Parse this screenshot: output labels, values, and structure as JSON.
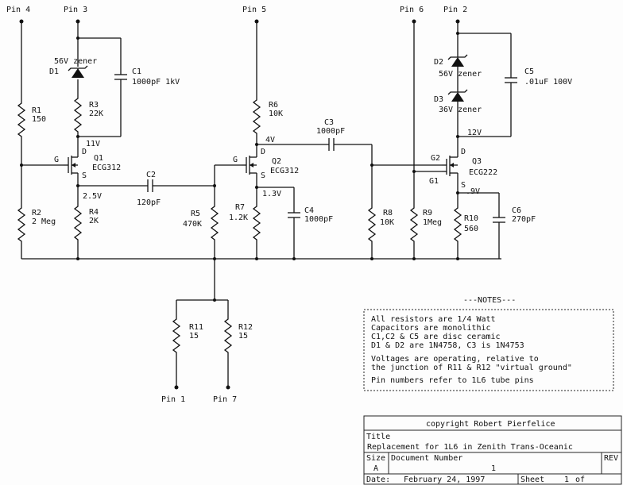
{
  "pins": {
    "pin4": "Pin 4",
    "pin3": "Pin 3",
    "pin5": "Pin 5",
    "pin6": "Pin 6",
    "pin2": "Pin 2",
    "pin1": "Pin 1",
    "pin7": "Pin 7"
  },
  "components": {
    "r1_name": "R1",
    "r1_val": "150",
    "r2_name": "R2",
    "r2_val": "2 Meg",
    "r3_name": "R3",
    "r3_val": "22K",
    "r4_name": "R4",
    "r4_val": "2K",
    "r5_name": "R5",
    "r5_val": "470K",
    "r6_name": "R6",
    "r6_val": "10K",
    "r7_name": "R7",
    "r7_val": "1.2K",
    "r8_name": "R8",
    "r8_val": "10K",
    "r9_name": "R9",
    "r9_val": "1Meg",
    "r10_name": "R10",
    "r10_val": "560",
    "r11_name": "R11",
    "r11_val": "15",
    "r12_name": "R12",
    "r12_val": "15",
    "c1_name": "C1",
    "c1_val": "1000pF 1kV",
    "c2_name": "C2",
    "c2_val": "120pF",
    "c3_name": "C3",
    "c3_val": "1000pF",
    "c4_name": "C4",
    "c4_val": "1000pF",
    "c5_name": "C5",
    "c5_val": ".01uF 100V",
    "c6_name": "C6",
    "c6_val": "270pF",
    "d1_name": "D1",
    "d1_val": "56V zener",
    "d2_name": "D2",
    "d2_val": "56V zener",
    "d3_name": "D3",
    "d3_val": "36V zener",
    "q1_name": "Q1",
    "q1_part": "ECG312",
    "q2_name": "Q2",
    "q2_part": "ECG312",
    "q3_name": "Q3",
    "q3_part": "ECG222"
  },
  "terminals": {
    "g": "G",
    "d": "D",
    "s": "S",
    "g1": "G1",
    "g2": "G2"
  },
  "voltages": {
    "v11": "11V",
    "v25": "2.5V",
    "v4": "4V",
    "v13": "1.3V",
    "v12": "12V",
    "v09": ".9V"
  },
  "notes": {
    "heading": "---NOTES---",
    "line1": "All resistors are 1/4 Watt",
    "line2": "Capacitors are monolithic",
    "line3": "C1,C2 & C5 are disc ceramic",
    "line4": "D1 & D2 are 1N4758, C3 is 1N4753",
    "line5": "Voltages are operating, relative to",
    "line6": "the junction of R11 & R12 \"virtual ground\"",
    "line7": "Pin numbers refer to 1L6 tube pins"
  },
  "title_block": {
    "copyright": "copyright Robert Pierfelice",
    "title_label": "Title",
    "title": "Replacement for 1L6 in Zenith Trans-Oceanic",
    "size_label": "Size",
    "size": "A",
    "docnum_label": "Document Number",
    "docnum": "1",
    "rev_label": "REV",
    "date_label": "Date:",
    "date": "February 24, 1997",
    "sheet_label": "Sheet",
    "sheet": "1",
    "of_label": "of"
  }
}
